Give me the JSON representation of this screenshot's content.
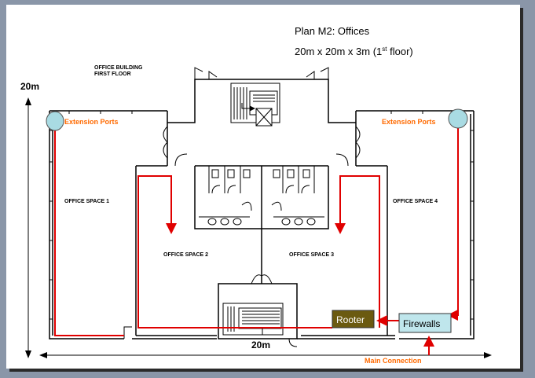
{
  "title": {
    "line1": "Plan M2: Offices",
    "line2_prefix": "20m x 20m x 3m  (1",
    "line2_sup": "st",
    "line2_suffix": " floor)"
  },
  "building_label": [
    "OFFICE BUILDING",
    "FIRST FLOOR"
  ],
  "dimensions": {
    "height": "20m",
    "width": "20m"
  },
  "spaces": {
    "s1": "OFFICE SPACE 1",
    "s2": "OFFICE SPACE 2",
    "s3": "OFFICE SPACE 3",
    "s4": "OFFICE SPACE 4"
  },
  "ports": {
    "left": "Extension Ports",
    "right": "Extension Ports"
  },
  "devices": {
    "router": "Rooter",
    "firewall": "Firewalls"
  },
  "main_connection": "Main Connection",
  "colors": {
    "cable": "#e00000",
    "orange_text": "#ff6a00",
    "router_fill": "#6b5a10",
    "firewall_fill": "#bfe6ec",
    "port_fill": "#a9dbe3"
  }
}
